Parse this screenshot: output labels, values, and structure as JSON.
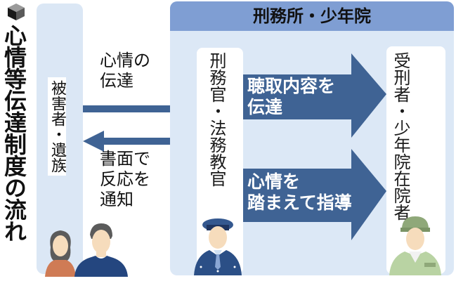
{
  "title": {
    "text": "心情等伝達制度の流れ",
    "icon": "cube-icon"
  },
  "victims": {
    "label": "被害者・遺族"
  },
  "flows": {
    "to_prison": {
      "label_line1": "心情の",
      "label_line2": "伝達"
    },
    "to_victims": {
      "label_line1": "書面で",
      "label_line2": "反応を",
      "label_line3": "通知"
    }
  },
  "institution": {
    "header": "刑務所・少年院",
    "officer_label": "刑務官・法務教官",
    "inmate_label_col1": "受刑者・",
    "inmate_label_col2": "少年院在院者",
    "arrow_top": {
      "line1": "聴取内容を",
      "line2": "伝達"
    },
    "arrow_bottom": {
      "line1": "心情を",
      "line2": "踏まえて指導"
    }
  },
  "colors": {
    "arrow": "#3f6394",
    "header": "#7f9ed3",
    "panel": "#dce8f6",
    "victim_column": "#dbe7f5"
  }
}
